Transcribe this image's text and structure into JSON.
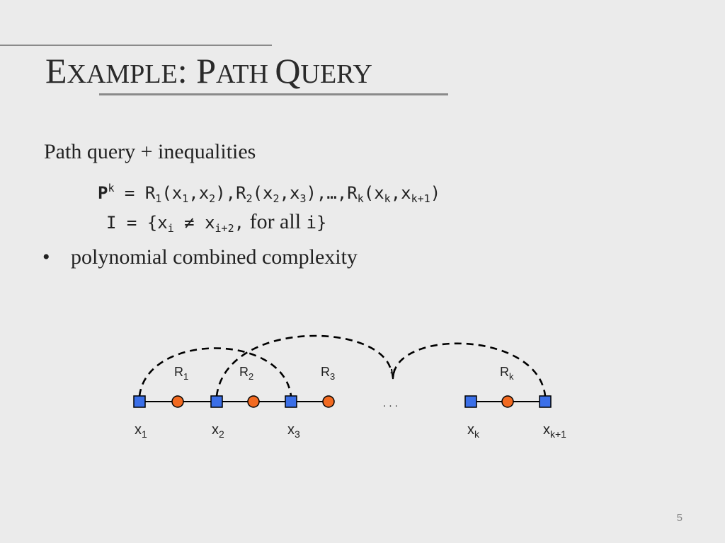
{
  "slide": {
    "title_first_letter": "E",
    "title_rest_1": "XAMPLE",
    "title_colon": ": ",
    "title_p": "P",
    "title_rest_2": "ATH ",
    "title_q": "Q",
    "title_rest_3": "UERY",
    "intro": "Path query + inequalities",
    "formula_lhs": "P",
    "formula_lhs_sup": "k",
    "formula_eq": " = ",
    "formula_rhs": {
      "r1": "R",
      "r1_sub": "1",
      "a1": "(x",
      "a1_sub": "1",
      "c1": ",x",
      "c1_sub": "2",
      "e1": "),",
      "r2": "R",
      "r2_sub": "2",
      "a2": "(x",
      "a2_sub": "2",
      "c2": ",x",
      "c2_sub": "3",
      "e2": "),…,",
      "rk": "R",
      "rk_sub": "k",
      "ak": "(x",
      "ak_sub": "k",
      "ck": ",x",
      "ck_sub": "k+1",
      "ek": ")"
    },
    "ineq_lhs": "I = {x",
    "ineq_sub_i": "i",
    "ineq_neq": " ≠ x",
    "ineq_sub_i2": "i+2",
    "ineq_comma": ",",
    "ineq_forall": " for all ",
    "ineq_var": "i}",
    "bullet_symbol": "•",
    "bullet_text": "polynomial combined complexity",
    "page_number": "5"
  },
  "diagram": {
    "colors": {
      "square": "#3b6fe8",
      "circle": "#f26a21",
      "edge": "#000000"
    },
    "relation_labels": [
      {
        "base": "R",
        "sub": "1"
      },
      {
        "base": "R",
        "sub": "2"
      },
      {
        "base": "R",
        "sub": "3"
      },
      {
        "base": "R",
        "sub": "k"
      }
    ],
    "var_labels": [
      {
        "base": "x",
        "sub": "1"
      },
      {
        "base": "x",
        "sub": "2"
      },
      {
        "base": "x",
        "sub": "3"
      },
      {
        "base": "x",
        "sub": "k"
      },
      {
        "base": "x",
        "sub": "k+1"
      }
    ],
    "ellipsis": ". . ."
  }
}
